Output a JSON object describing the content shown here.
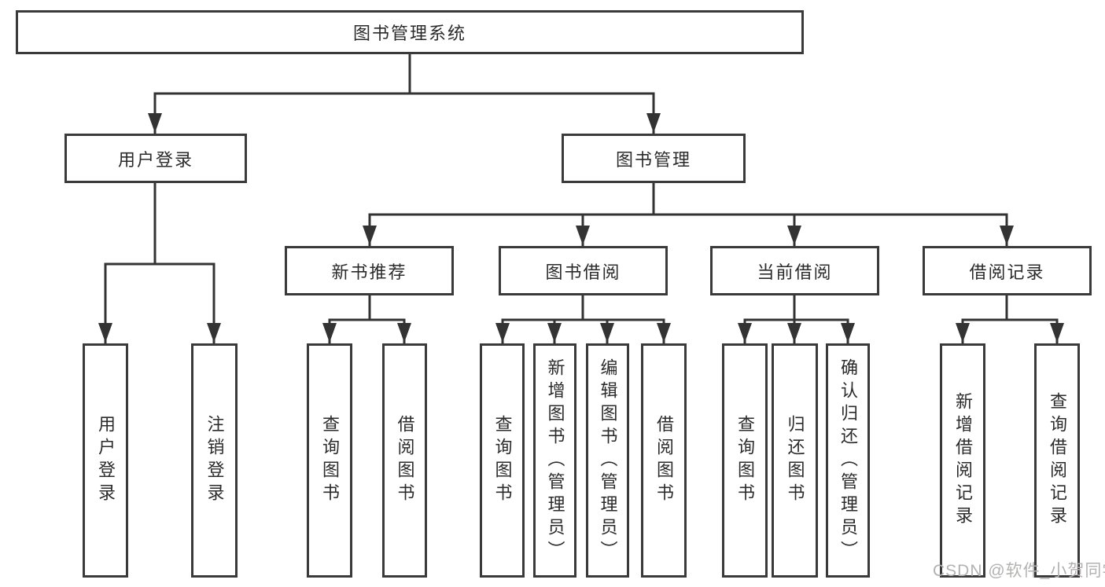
{
  "diagram": {
    "root": {
      "label": "图书管理系统"
    },
    "level1": [
      {
        "label": "用户登录"
      },
      {
        "label": "图书管理"
      }
    ],
    "level2": [
      {
        "label": "新书推荐"
      },
      {
        "label": "图书借阅"
      },
      {
        "label": "当前借阅"
      },
      {
        "label": "借阅记录"
      }
    ],
    "leaves": [
      {
        "label": "用户登录"
      },
      {
        "label": "注销登录"
      },
      {
        "label": "查询图书"
      },
      {
        "label": "借阅图书"
      },
      {
        "label": "查询图书"
      },
      {
        "label": "新增图书（管理员）"
      },
      {
        "label": "编辑图书（管理员）"
      },
      {
        "label": "借阅图书"
      },
      {
        "label": "查询图书"
      },
      {
        "label": "归还图书"
      },
      {
        "label": "确认归还（管理员）"
      },
      {
        "label": "新增借阅记录"
      },
      {
        "label": "查询借阅记录"
      }
    ]
  },
  "watermark": {
    "text": "CSDN @软件_小贺同学"
  },
  "colors": {
    "line": "#333333",
    "box_border": "#3a3a3a",
    "text": "#2b2b2b",
    "watermark": "#b3b2b1",
    "background": "#ffffff"
  }
}
